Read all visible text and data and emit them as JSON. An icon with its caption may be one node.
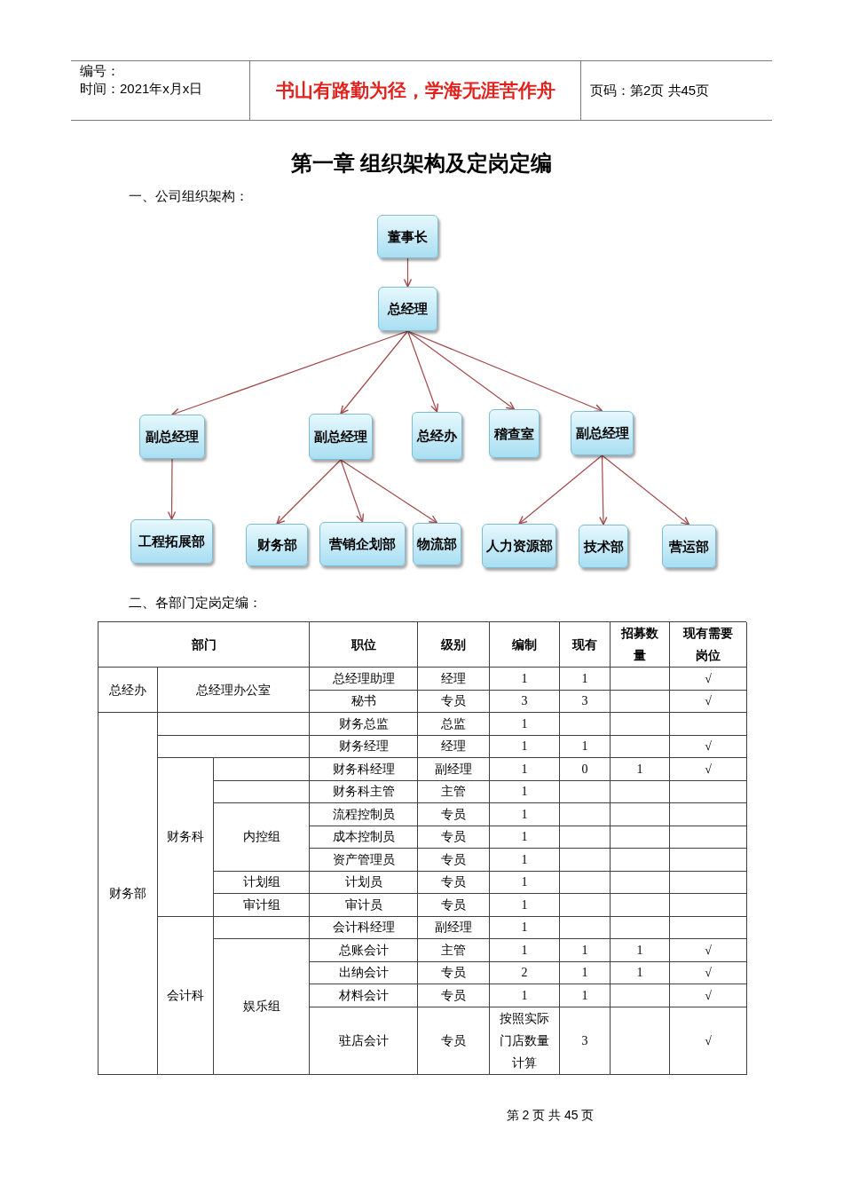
{
  "diagram": {
    "title": "第一章 组织架构及定岗定编",
    "nodes": [
      {
        "text": [
          "董事长"
        ]
      },
      {
        "text": [
          "总经理"
        ]
      },
      {
        "text": [
          "副总经理"
        ]
      },
      {
        "text": [
          "副总经理"
        ]
      },
      {
        "text": [
          "总经办"
        ]
      },
      {
        "text": [
          "稽查室"
        ]
      },
      {
        "text": [
          "副总经理"
        ]
      },
      {
        "text": [
          "工程拓展部"
        ]
      },
      {
        "text": [
          "财务部"
        ]
      },
      {
        "text": [
          "营销企划部"
        ]
      },
      {
        "text": [
          "物流部"
        ]
      },
      {
        "text": [
          "人力资源部"
        ]
      },
      {
        "text": [
          "技术部"
        ]
      },
      {
        "text": [
          "营运部"
        ]
      }
    ],
    "edges": [
      {
        "from": 0,
        "to": 1,
        "arrow": "to"
      },
      {
        "from": 1,
        "to": 2,
        "arrow": "to"
      },
      {
        "from": 1,
        "to": 3,
        "arrow": "to"
      },
      {
        "from": 1,
        "to": 4,
        "arrow": "to"
      },
      {
        "from": 1,
        "to": 5,
        "arrow": "to"
      },
      {
        "from": 1,
        "to": 6,
        "arrow": "to"
      },
      {
        "from": 2,
        "to": 7,
        "arrow": "to"
      },
      {
        "from": 3,
        "to": 8,
        "arrow": "to"
      },
      {
        "from": 3,
        "to": 9,
        "arrow": "to"
      },
      {
        "from": 3,
        "to": 10,
        "arrow": "to"
      },
      {
        "from": 6,
        "to": 11,
        "arrow": "to"
      },
      {
        "from": 6,
        "to": 12,
        "arrow": "to"
      },
      {
        "from": 6,
        "to": 13,
        "arrow": "to"
      }
    ],
    "labels": [
      "编号：",
      "时间：2021年x月x日",
      "书山有路勤为径，学海无涯苦作舟",
      "页码：第2页 共45页",
      "一、公司组织架构：",
      "二、各部门定岗定编：",
      "部门",
      "职位",
      "级别",
      "编制",
      "现有",
      "招募数量",
      "现有需要岗位",
      "总经办",
      "总经理办公室",
      "总经理助理",
      "经理",
      "1",
      "1",
      "√",
      "秘书",
      "专员",
      "3",
      "3",
      "√",
      "财务部",
      "财务总监",
      "总监",
      "1",
      "财务经理",
      "经理",
      "1",
      "1",
      "√",
      "财务科",
      "财务科经理",
      "副经理",
      "1",
      "0",
      "1",
      "√",
      "财务科主管",
      "主管",
      "1",
      "内控组",
      "流程控制员",
      "专员",
      "1",
      "成本控制员",
      "专员",
      "1",
      "资产管理员",
      "专员",
      "1",
      "计划组",
      "计划员",
      "专员",
      "1",
      "审计组",
      "审计员",
      "专员",
      "1",
      "会计科",
      "会计科经理",
      "副经理",
      "1",
      "娱乐组",
      "总账会计",
      "主管",
      "1",
      "1",
      "1",
      "√",
      "出纳会计",
      "专员",
      "2",
      "1",
      "1",
      "√",
      "材料会计",
      "专员",
      "1",
      "1",
      "√",
      "驻店会计",
      "专员",
      "按照实际门店数量计算",
      "3",
      "√",
      "第 2 页 共 45 页"
    ]
  }
}
